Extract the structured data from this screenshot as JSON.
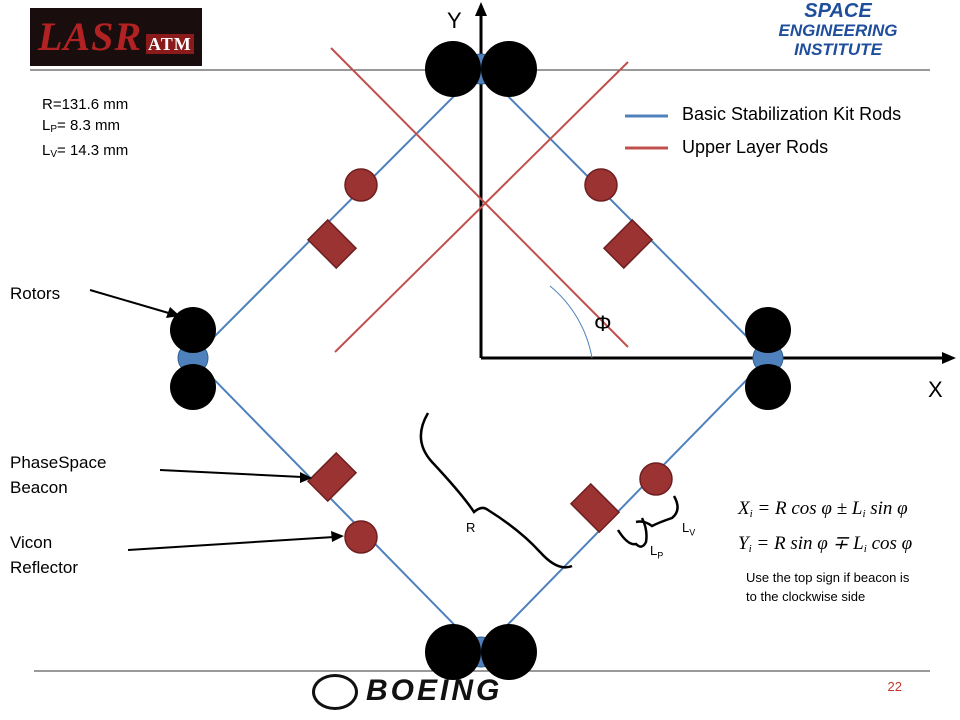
{
  "logos": {
    "lasr": "LASR",
    "lasr_mark": "ATM",
    "sei": [
      "SPACE",
      "ENGINEERING",
      "INSTITUTE"
    ],
    "boeing": "BOEING"
  },
  "parameters": {
    "r": "R=131.6 mm",
    "lp_main": "L",
    "lp_sub": "P",
    "lp_value": "= 8.3 mm",
    "lv_main": "L",
    "lv_sub": "V",
    "lv_value": "= 14.3 mm"
  },
  "axes": {
    "x": "X",
    "y": "Y",
    "angle": "Φ"
  },
  "legend": [
    {
      "label": "Basic Stabilization Kit Rods",
      "color": "#4f81bd"
    },
    {
      "label": "Upper Layer Rods",
      "color": "#c0504d"
    }
  ],
  "callouts": {
    "rotors": "Rotors",
    "beacon": [
      "PhaseSpace",
      "Beacon"
    ],
    "reflector": [
      "Vicon",
      "Reflector"
    ]
  },
  "dimension_labels": {
    "r": "R",
    "lv": "L",
    "lv_sub": "V",
    "lp": "L",
    "lp_sub": "P"
  },
  "equations": {
    "xi_lhs": "X",
    "xi_sub": "i",
    "xi_rhs": "= R cos φ ± L",
    "xi_tail": "sin φ",
    "yi_lhs": "Y",
    "yi_sub": "i",
    "yi_rhs": "= R sin φ ∓ L",
    "yi_tail": "cos φ"
  },
  "note": "Use the top sign if beacon is to the clockwise side",
  "page_number": "22",
  "colors": {
    "blue_rod": "#4f81bd",
    "red_rod": "#c0504d",
    "marker_red": "#9b3333",
    "marker_stroke": "#6e1f1f",
    "hub_blue": "#4f81bd",
    "rotor": "#000000"
  }
}
